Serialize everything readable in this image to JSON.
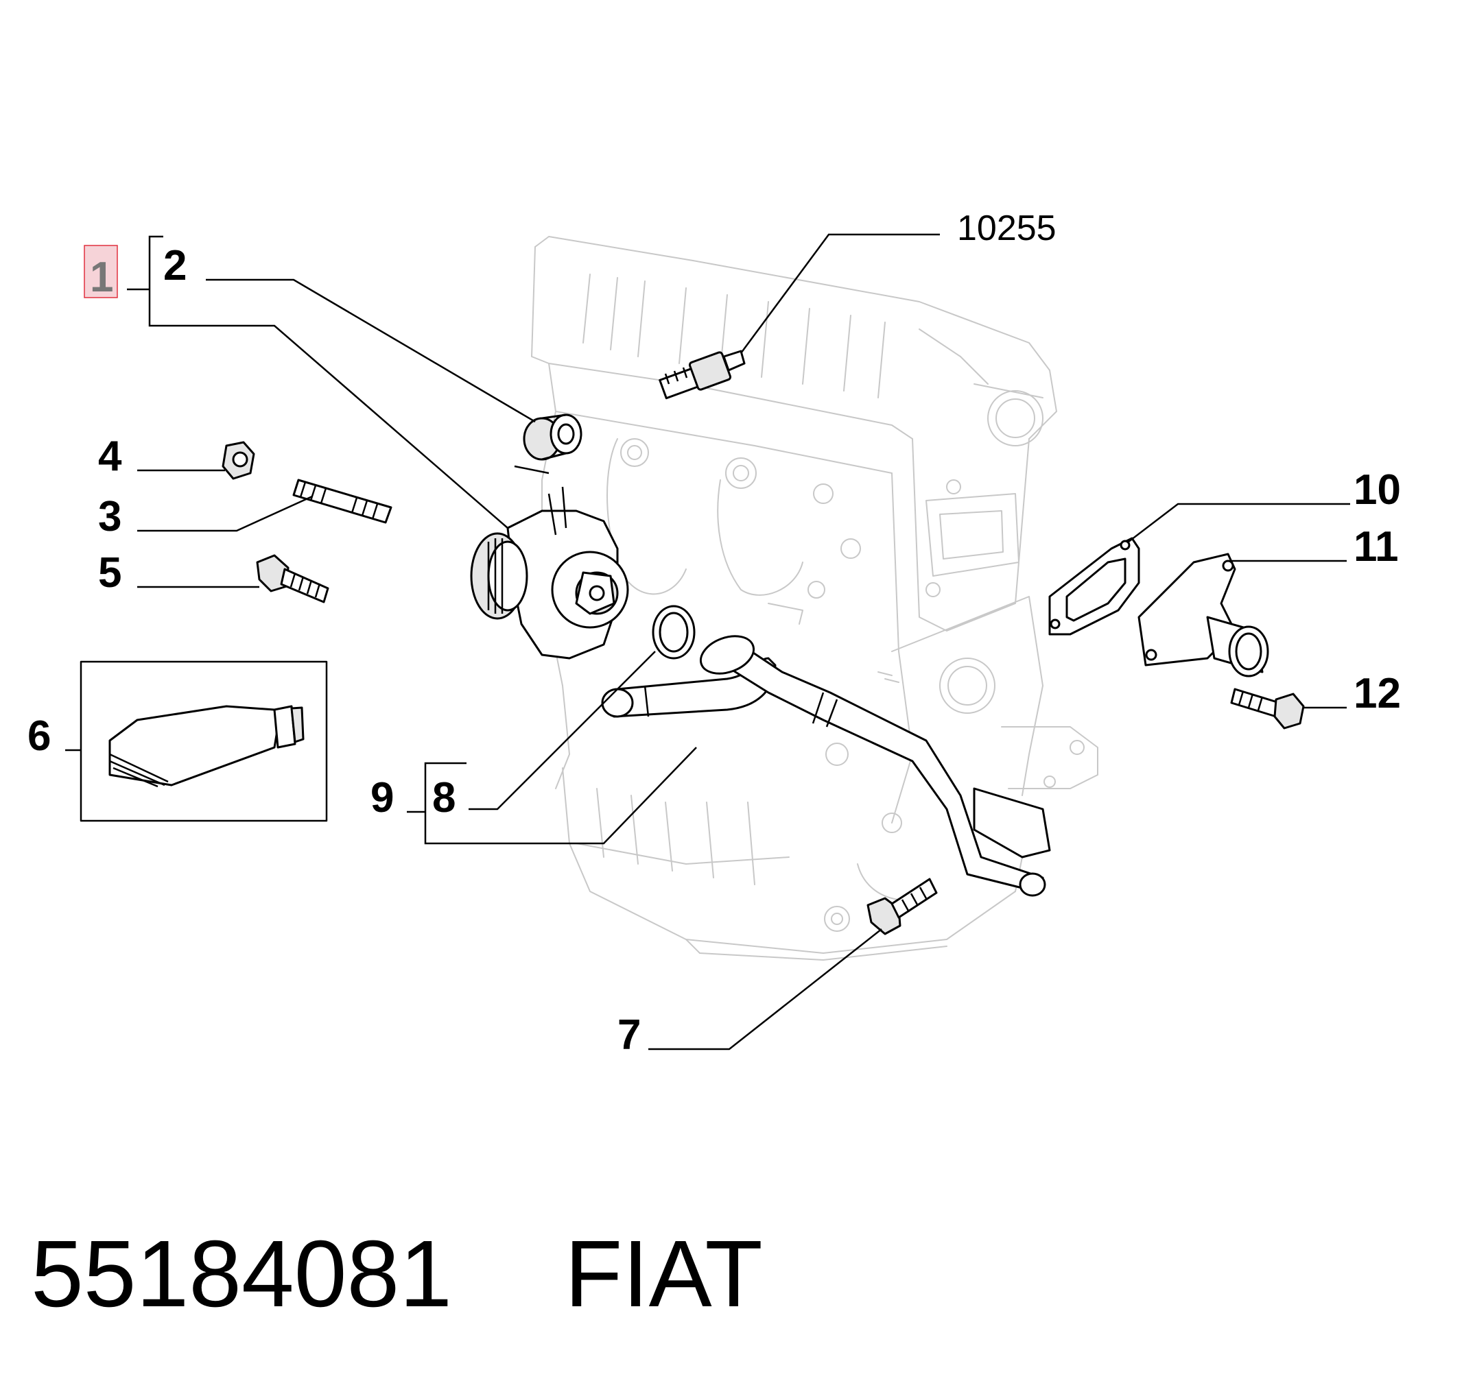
{
  "callouts": {
    "c1": "1",
    "c2": "2",
    "c3": "3",
    "c4": "4",
    "c5": "5",
    "c6": "6",
    "c7": "7",
    "c8": "8",
    "c9": "9",
    "c10": "10",
    "c11": "11",
    "c12": "12",
    "c10255": "10255"
  },
  "footer": {
    "part_number": "55184081",
    "brand": "FIAT"
  },
  "colors": {
    "highlight_fill": "#f6d3d8",
    "highlight_stroke": "#e0303f"
  }
}
